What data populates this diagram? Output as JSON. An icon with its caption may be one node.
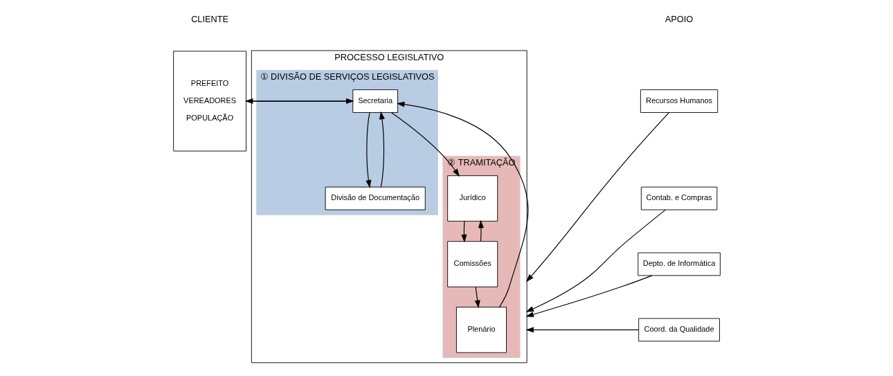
{
  "diagram": {
    "nodes": [
      {
        "text": [
          "PREFEITO",
          "VEREADORES",
          "POPULAÇÃO"
        ]
      },
      {
        "text": [
          "PROCESSO LEGISLATIVO"
        ]
      },
      {
        "text": [
          "① DIVISÃO DE SERVIÇOS LEGISLATIVOS"
        ],
        "in": 1
      },
      {
        "text": [
          "Secretaria"
        ],
        "in": 2
      },
      {
        "text": [
          "Divisão de Documentação"
        ],
        "in": 2
      },
      {
        "text": [
          "② TRAMITAÇÃO"
        ],
        "in": 1
      },
      {
        "text": [
          "Jurídico"
        ],
        "in": 5
      },
      {
        "text": [
          "Comissões"
        ],
        "in": 5
      },
      {
        "text": [
          "Plenário"
        ],
        "in": 5
      },
      {
        "text": [
          "Recursos Humanos"
        ]
      },
      {
        "text": [
          "Contab. e Compras"
        ]
      },
      {
        "text": [
          "Depto. de Informática"
        ]
      },
      {
        "text": [
          "Coord. da Qualidade"
        ]
      }
    ],
    "edges": [
      {
        "from": 0,
        "to": 3,
        "arrow": "to"
      },
      {
        "from": 3,
        "to": 0,
        "arrow": "to"
      },
      {
        "from": 3,
        "to": 4,
        "arrow": "to"
      },
      {
        "from": 4,
        "to": 3,
        "arrow": "to"
      },
      {
        "from": 3,
        "to": 6,
        "arrow": "to"
      },
      {
        "from": 6,
        "to": 7,
        "arrow": "to"
      },
      {
        "from": 7,
        "to": 6,
        "arrow": "to"
      },
      {
        "from": 7,
        "to": 8,
        "arrow": "to"
      },
      {
        "from": 8,
        "to": 3,
        "arrow": "to"
      },
      {
        "from": 9,
        "to": 1,
        "arrow": "to"
      },
      {
        "from": 10,
        "to": 1,
        "arrow": "to"
      },
      {
        "from": 11,
        "to": 1,
        "arrow": "to"
      },
      {
        "from": 12,
        "to": 1,
        "arrow": "to"
      }
    ],
    "labels": [
      "CLIENTE",
      "APOIO"
    ]
  }
}
